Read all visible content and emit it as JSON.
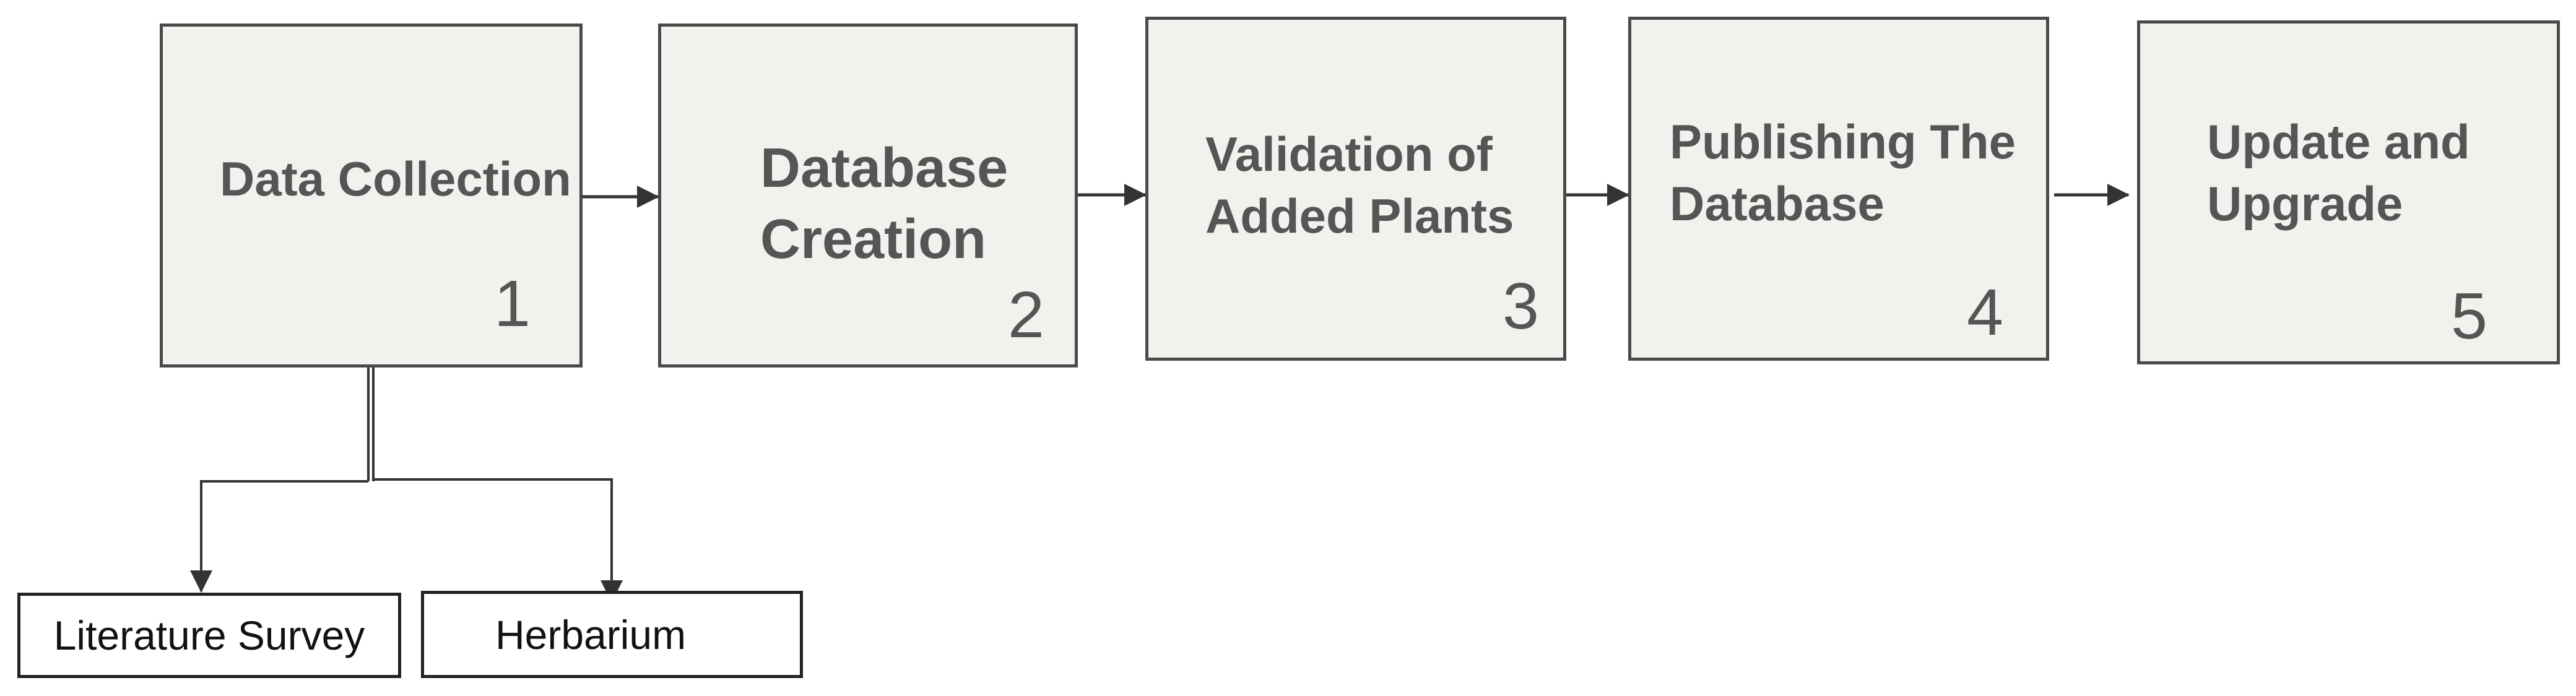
{
  "diagram": {
    "steps": [
      {
        "label": "Data Collection",
        "number": "1"
      },
      {
        "label": "Database\nCreation",
        "number": "2"
      },
      {
        "label": "Validation of\nAdded Plants",
        "number": "3"
      },
      {
        "label": "Publishing The\nDatabase",
        "number": "4"
      },
      {
        "label": "Update and\nUpgrade",
        "number": "5"
      }
    ],
    "sources": [
      {
        "label": "Literature Survey"
      },
      {
        "label": "Herbarium"
      }
    ]
  },
  "colors": {
    "box_fill": "#f2f1ed",
    "box_border": "#4a4a4a",
    "text": "#555555",
    "connector": "#333333"
  }
}
